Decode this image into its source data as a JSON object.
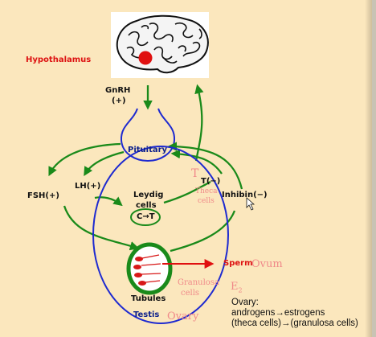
{
  "labels": {
    "hypothalamus": "Hypothalamus",
    "gnrh": "GnRH",
    "gnrh_sign": "(+)",
    "pituitary": "Pituitary",
    "fsh": "FSH(+)",
    "lh": "LH(+)",
    "t_minus": "T(−)",
    "inhibin": "Inhibin(−)",
    "leydig": "Leydig",
    "cells": "cells",
    "c_to_t": "C→T",
    "sperm": "Sperm",
    "tubules": "Tubules",
    "testis": "Testis"
  },
  "overlay": {
    "t": "T",
    "theca": "Theca",
    "cells": "cells",
    "ovum": "Ovum",
    "granulosa": "Granulosa",
    "cells2": "cells",
    "e2": "E",
    "e2_sub": "2",
    "ovary": "Ovary"
  },
  "note": {
    "line1": "Ovary:",
    "line2": "androgens→estrogens",
    "line3": "(theca cells)→(granulosa cells)"
  },
  "colors": {
    "background": "#fbe7bd",
    "arrows": "#1a8a1a",
    "outlines": "#1e2ad0",
    "hypothalamus": "#e01010",
    "overlay_text": "#f08a8a"
  }
}
